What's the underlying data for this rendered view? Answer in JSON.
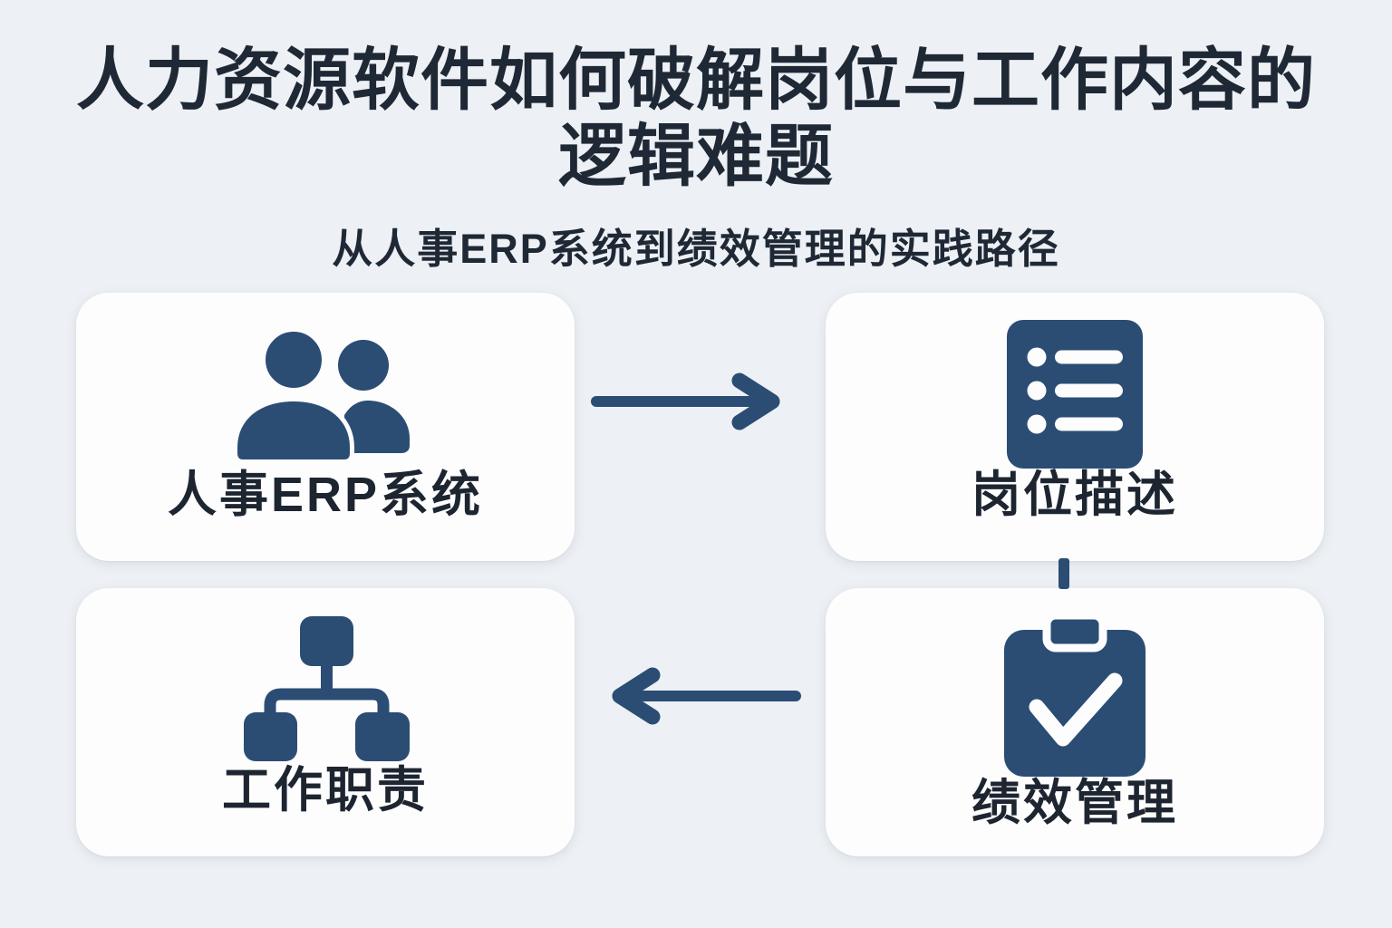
{
  "page": {
    "title_line1": "人力资源软件如何破解岗位与工作内容的",
    "title_line2": "逻辑难题",
    "subtitle": "从人事ERP系统到绩效管理的实践路径"
  },
  "colors": {
    "background": "#edf0f4",
    "card": "#fdfdfe",
    "accent_blue": "#2b4d74",
    "title_text": "#1f2835",
    "label_text": "#1d2530"
  },
  "nodes": [
    {
      "label": "人事ERP系统",
      "icon": "people-icon",
      "position": "top-left"
    },
    {
      "label": "岗位描述",
      "icon": "list-icon",
      "position": "top-right"
    },
    {
      "label": "工作职责",
      "icon": "org-chart-icon",
      "position": "bottom-left"
    },
    {
      "label": "绩效管理",
      "icon": "clipboard-check-icon",
      "position": "bottom-right"
    }
  ],
  "connections": [
    {
      "from": "人事ERP系统",
      "to": "岗位描述",
      "style": "arrow-right"
    },
    {
      "from": "岗位描述",
      "to": "绩效管理",
      "style": "vertical-line"
    },
    {
      "from": "绩效管理",
      "to": "工作职责",
      "style": "arrow-left"
    }
  ]
}
